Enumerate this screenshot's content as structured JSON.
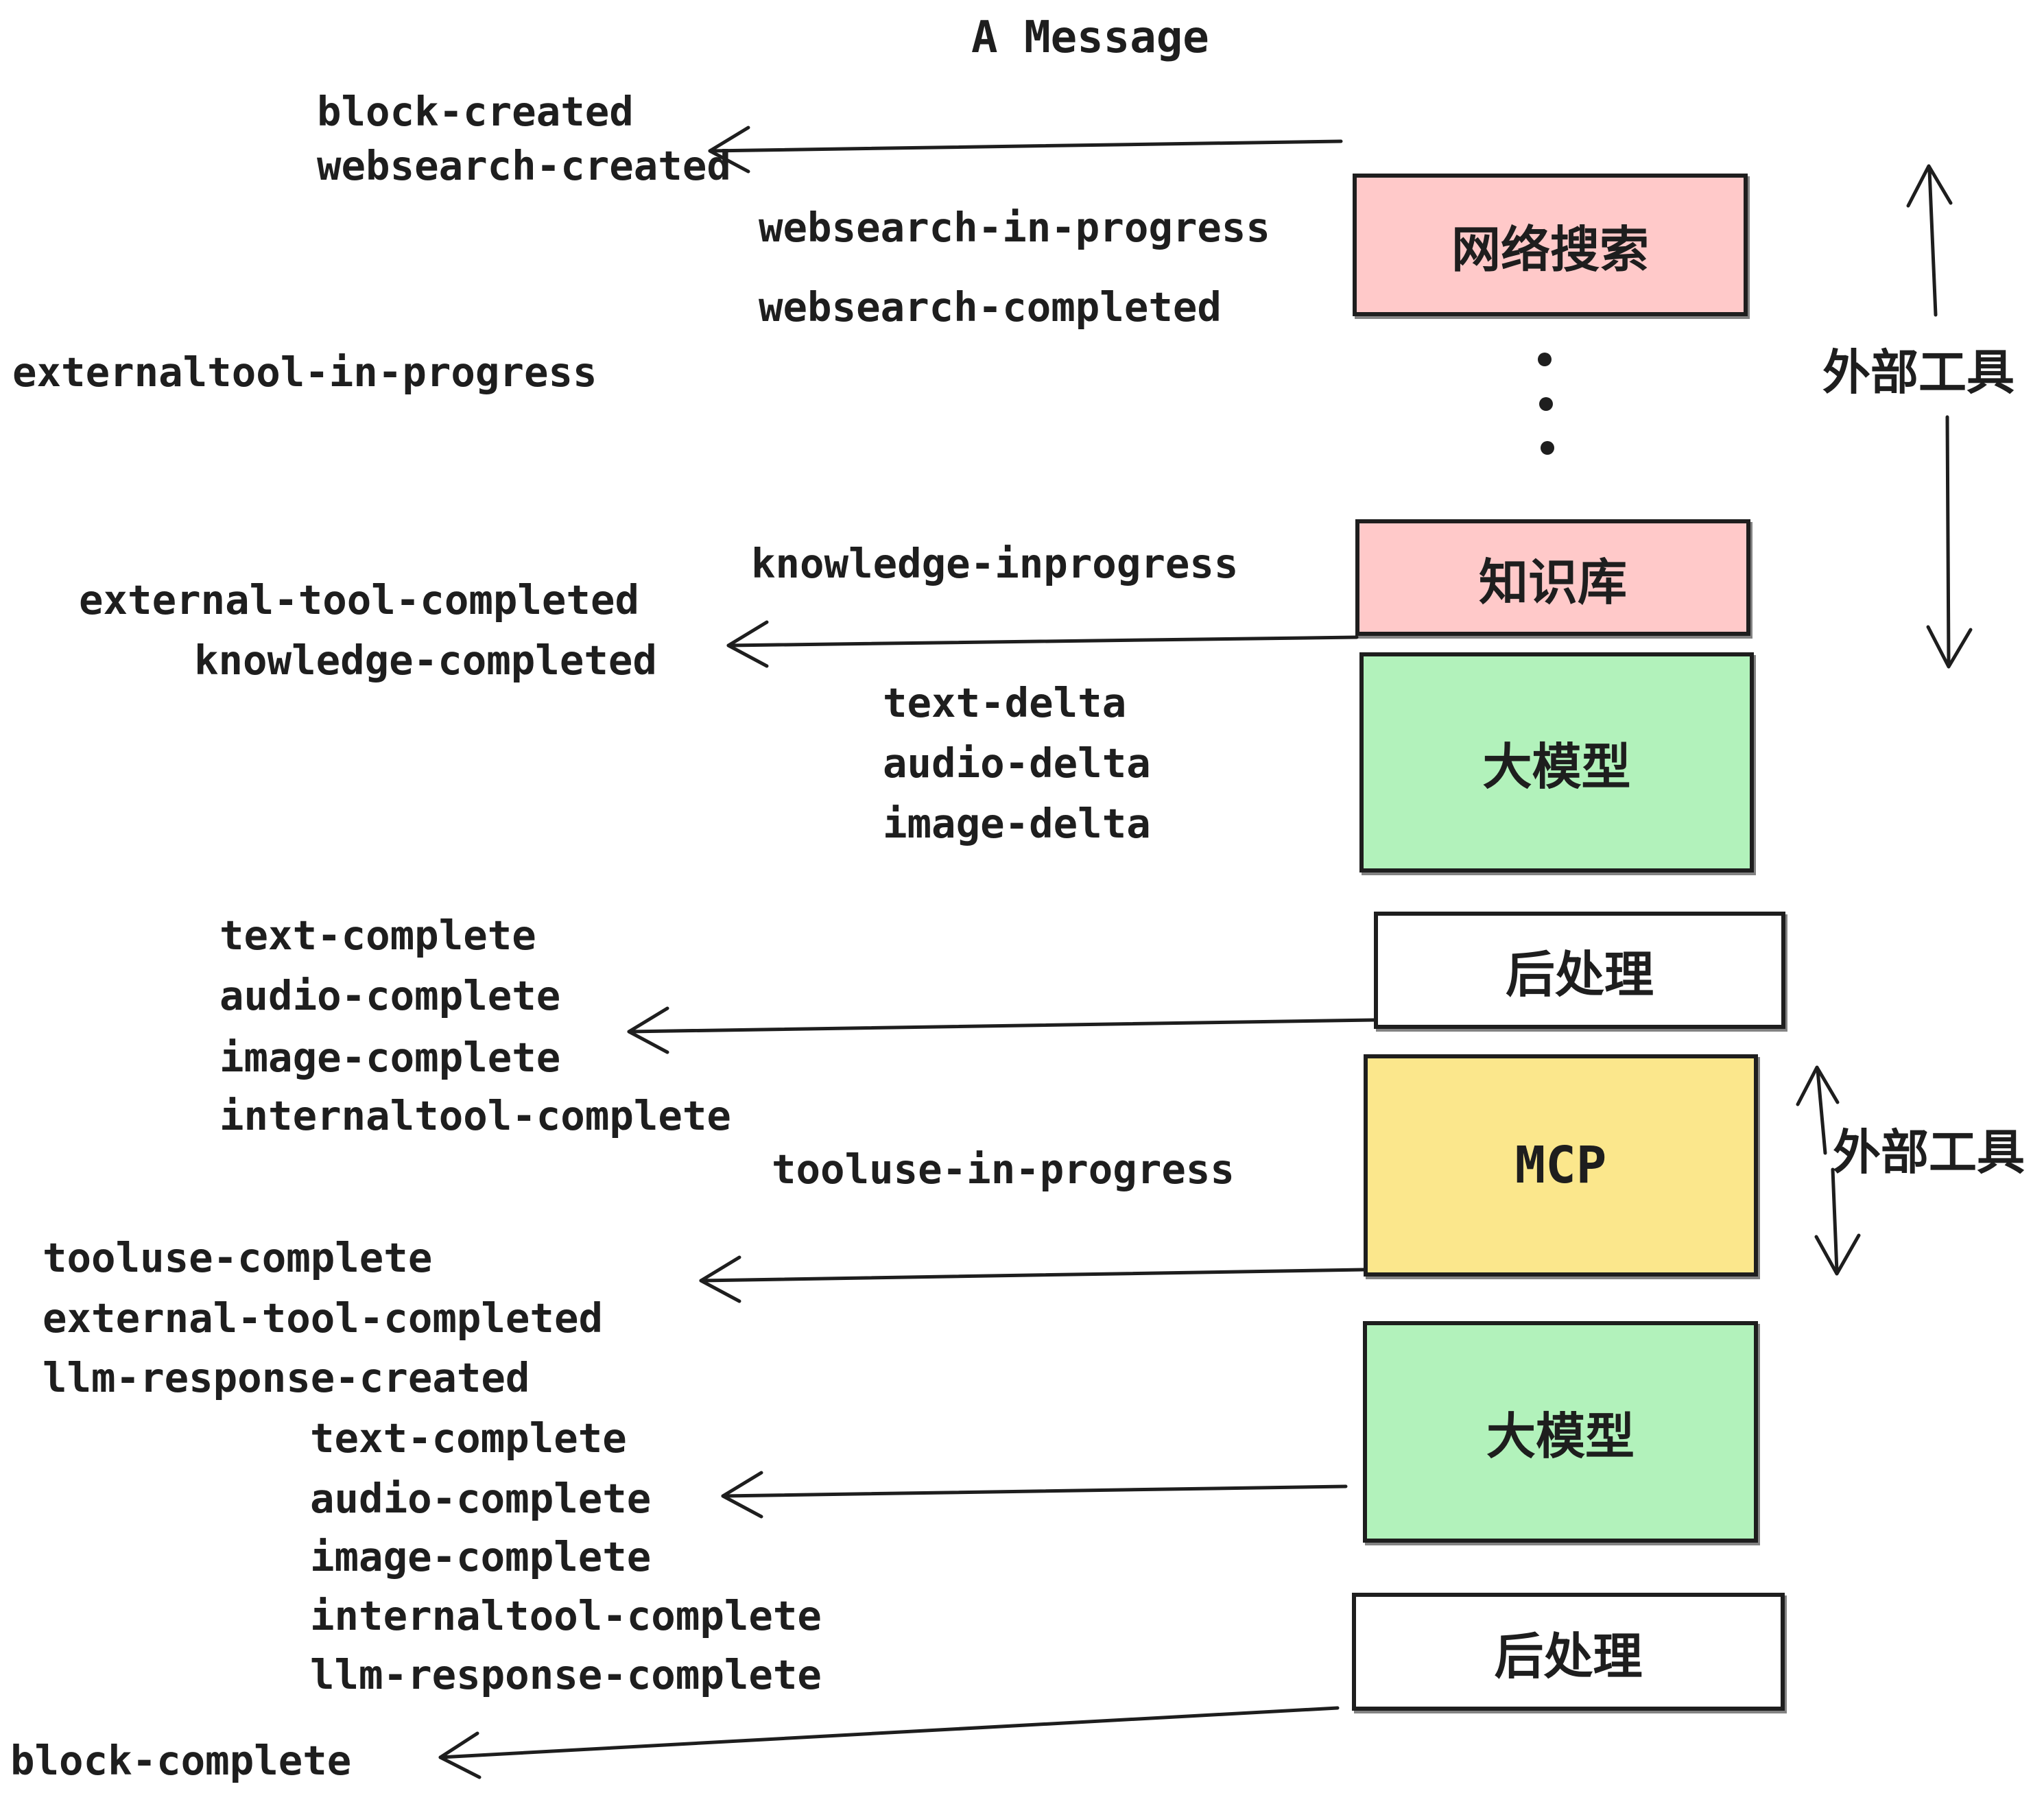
{
  "title": "A Message",
  "colors": {
    "external_tool_box": "#ffc9c9",
    "llm_box": "#b2f2bb",
    "mcp_box": "#fbe78c",
    "postprocess_box": "#ffffff",
    "stroke": "#1e1e1e"
  },
  "boxes": [
    {
      "id": "websearch",
      "label": "网络搜索",
      "color": "#ffc9c9"
    },
    {
      "id": "knowledge",
      "label": "知识库",
      "color": "#ffc9c9"
    },
    {
      "id": "llm-1",
      "label": "大模型",
      "color": "#b2f2bb"
    },
    {
      "id": "postprocess-1",
      "label": "后处理",
      "color": "#ffffff"
    },
    {
      "id": "mcp",
      "label": "MCP",
      "color": "#fbe78c"
    },
    {
      "id": "llm-2",
      "label": "大模型",
      "color": "#b2f2bb"
    },
    {
      "id": "postprocess-2",
      "label": "后处理",
      "color": "#ffffff"
    }
  ],
  "events": [
    {
      "text": "block-created"
    },
    {
      "text": "websearch-created"
    },
    {
      "text": "websearch-in-progress"
    },
    {
      "text": "websearch-completed"
    },
    {
      "text": "externaltool-in-progress"
    },
    {
      "text": "knowledge-inprogress"
    },
    {
      "text": "external-tool-completed"
    },
    {
      "text": "knowledge-completed"
    },
    {
      "text": "text-delta"
    },
    {
      "text": "audio-delta"
    },
    {
      "text": "image-delta"
    },
    {
      "text": "text-complete"
    },
    {
      "text": "audio-complete"
    },
    {
      "text": "image-complete"
    },
    {
      "text": "internaltool-complete"
    },
    {
      "text": "tooluse-in-progress"
    },
    {
      "text": "tooluse-complete"
    },
    {
      "text": "external-tool-completed"
    },
    {
      "text": "llm-response-created"
    },
    {
      "text": "text-complete"
    },
    {
      "text": "audio-complete"
    },
    {
      "text": "image-complete"
    },
    {
      "text": "internaltool-complete"
    },
    {
      "text": "llm-response-complete"
    },
    {
      "text": "block-complete"
    }
  ],
  "annotations": [
    {
      "label": "外部工具"
    },
    {
      "label": "外部工具"
    }
  ]
}
